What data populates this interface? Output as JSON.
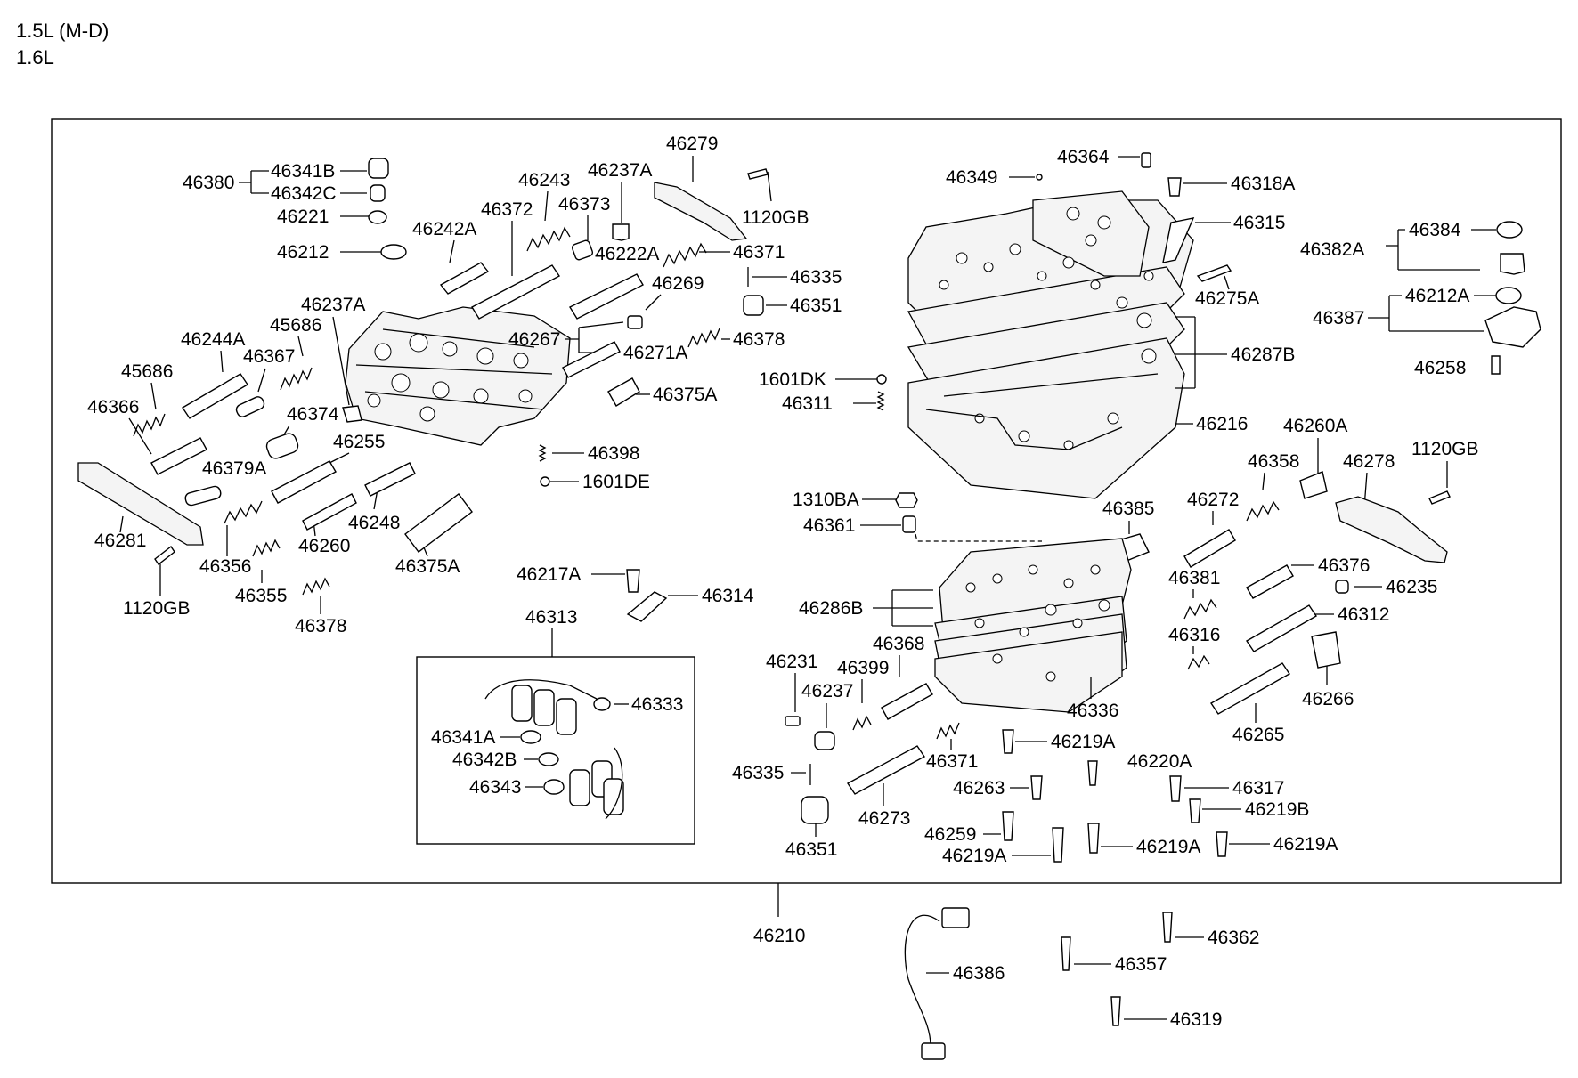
{
  "header": {
    "engine_line_1": "1.5L (M-D)",
    "engine_line_2": "1.6L"
  },
  "frame_label": "46210",
  "subassembly_label": "46313",
  "labels": {
    "46380": "46380",
    "46341B": "46341B",
    "46342C": "46342C",
    "46221": "46221",
    "46212": "46212",
    "46242A": "46242A",
    "46372": "46372",
    "46243": "46243",
    "46373": "46373",
    "46237A_top": "46237A",
    "46279": "46279",
    "1120GB_top": "1120GB",
    "46222A": "46222A",
    "46371_top": "46371",
    "46335_top": "46335",
    "46351_top": "46351",
    "46269": "46269",
    "46267": "46267",
    "46271A": "46271A",
    "46378_top": "46378",
    "46375A_top": "46375A",
    "46237A_mid": "46237A",
    "46244A": "46244A",
    "45686_a": "45686",
    "45686_b": "45686",
    "46367": "46367",
    "46366": "46366",
    "46374": "46374",
    "46255": "46255",
    "46398": "46398",
    "1601DE": "1601DE",
    "46379A": "46379A",
    "46248": "46248",
    "46281": "46281",
    "46356": "46356",
    "46260": "46260",
    "46375A_bot": "46375A",
    "1120GB_left": "1120GB",
    "46355": "46355",
    "46378_bot": "46378",
    "46217A": "46217A",
    "46314": "46314",
    "46333": "46333",
    "46341A": "46341A",
    "46342B": "46342B",
    "46343": "46343",
    "46349": "46349",
    "46364": "46364",
    "46318A": "46318A",
    "46315": "46315",
    "46275A": "46275A",
    "46287B": "46287B",
    "1601DK": "1601DK",
    "46311": "46311",
    "46216": "46216",
    "46384": "46384",
    "46382A": "46382A",
    "46212A": "46212A",
    "46387": "46387",
    "46258": "46258",
    "46260A": "46260A",
    "46358": "46358",
    "46278": "46278",
    "1120GB_right": "1120GB",
    "46272": "46272",
    "1310BA": "1310BA",
    "46361": "46361",
    "46385": "46385",
    "46376": "46376",
    "46381": "46381",
    "46235": "46235",
    "46286B": "46286B",
    "46312": "46312",
    "46316": "46316",
    "46368": "46368",
    "46231": "46231",
    "46399": "46399",
    "46237": "46237",
    "46266": "46266",
    "46336": "46336",
    "46265": "46265",
    "46371_bot": "46371",
    "46219A_a": "46219A",
    "46220A": "46220A",
    "46335_bot": "46335",
    "46263": "46263",
    "46317": "46317",
    "46219B": "46219B",
    "46273": "46273",
    "46259": "46259",
    "46219A_b": "46219A",
    "46219A_c": "46219A",
    "46351_bot": "46351",
    "46219A_d": "46219A",
    "46362": "46362",
    "46386": "46386",
    "46357": "46357",
    "46319": "46319"
  }
}
